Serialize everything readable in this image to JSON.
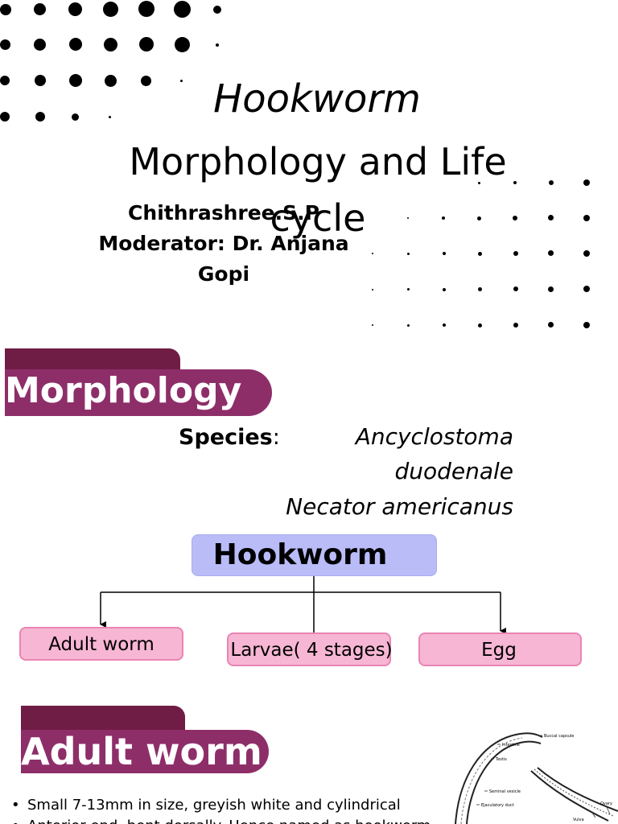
{
  "slide1": {
    "title_line1": "Hookworm",
    "title_line2": "Morphology and Life cycle",
    "presenter_line1": "Chithrashree.S.P",
    "presenter_line2": "Moderator: Dr. Anjana Gopi"
  },
  "slide2": {
    "heading": "Morphology",
    "species_label": "Species",
    "species_colon": ":",
    "species": [
      "Ancyclostoma",
      "duodenale",
      "Necator americanus"
    ],
    "root_label": "Hookworm",
    "children": [
      "Adult worm",
      "Larvae( 4 stages)",
      "Egg"
    ]
  },
  "slide3": {
    "heading": "Adult worm",
    "bullets": [
      "Small 7-13mm in size, greyish white and cylindrical",
      "Anterior end, bent dorsally. Hence named as hookworm"
    ],
    "figure_labels": [
      "Buccal capsule",
      "Intestine",
      "Testis",
      "Seminal vesicle",
      "Ejaculatory duct",
      "Vulva",
      "Ovary"
    ]
  },
  "colors": {
    "banner_dark": "#701d45",
    "banner": "#8e2e69",
    "root_box": "#b9bcf7",
    "child_box": "#f7b6d3",
    "child_border": "#e985b4"
  }
}
